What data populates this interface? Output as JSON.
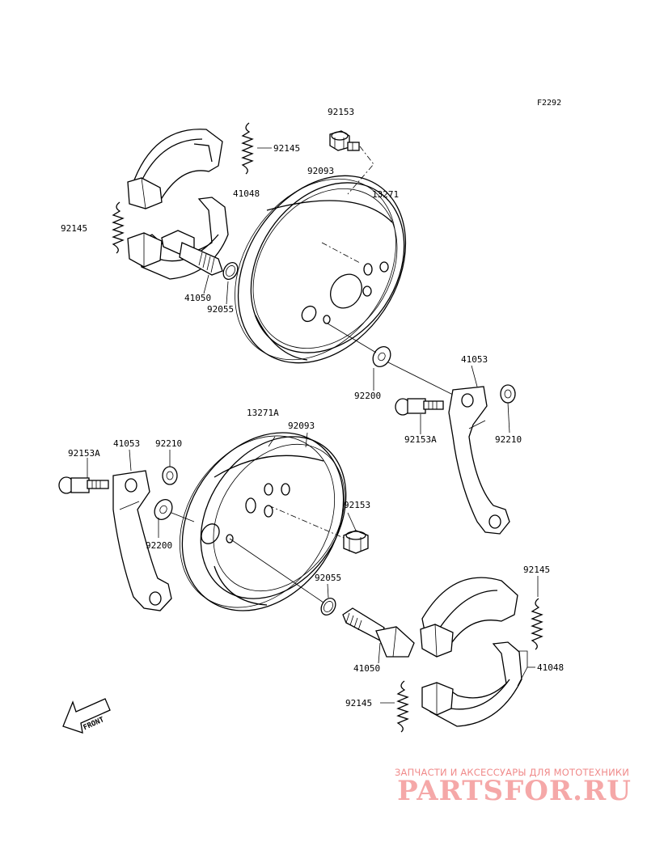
{
  "figure_code": "F2292",
  "front_label": "FRONT",
  "callouts": {
    "c1": "92153",
    "c2": "92145",
    "c3": "92093",
    "c4": "13271",
    "c5": "41048",
    "c6": "92145",
    "c7": "41050",
    "c8": "92055",
    "c9": "92200",
    "c10": "41053",
    "c11": "92153A",
    "c12": "92210",
    "c13": "13271A",
    "c14": "92093",
    "c15": "92153A",
    "c16": "41053",
    "c17": "92210",
    "c18": "92200",
    "c19": "92153",
    "c20": "92055",
    "c21": "92145",
    "c22": "41050",
    "c23": "41048",
    "c24": "92145"
  },
  "watermark": {
    "line": "ЗАПЧАСТИ И АКСЕССУАРЫ ДЛЯ МОТОТЕХНИКИ",
    "logo": "PARTSFOR.RU"
  }
}
